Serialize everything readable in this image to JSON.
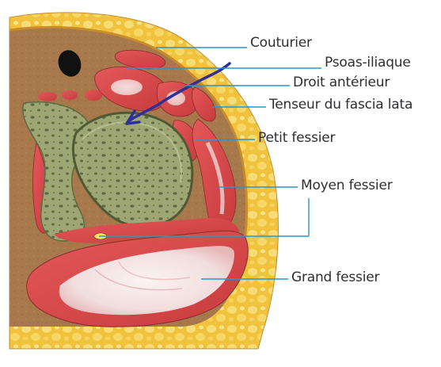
{
  "diagram": {
    "colors": {
      "fat": "#f1c33c",
      "fat_lobule": "#f8dd77",
      "fascia": "#c78c2b",
      "deep_tissue": "#a6784b",
      "muscle": "#d84849",
      "muscle_pale": "#f1dedd",
      "bone": "#9ea774",
      "bone_dark": "#6e7c50",
      "leader_line": "#2f94cc",
      "arrow": "#2f2f9a",
      "text": "#2e2e36"
    },
    "labels": [
      {
        "id": "couturier",
        "text": "Couturier"
      },
      {
        "id": "psoas",
        "text": "Psoas-iliaque"
      },
      {
        "id": "droit",
        "text": "Droit antérieur"
      },
      {
        "id": "tenseur",
        "text": "Tenseur du fascia lata"
      },
      {
        "id": "petit",
        "text": "Petit fessier"
      },
      {
        "id": "moyen",
        "text": "Moyen fessier"
      },
      {
        "id": "grand",
        "text": "Grand fessier"
      }
    ]
  }
}
